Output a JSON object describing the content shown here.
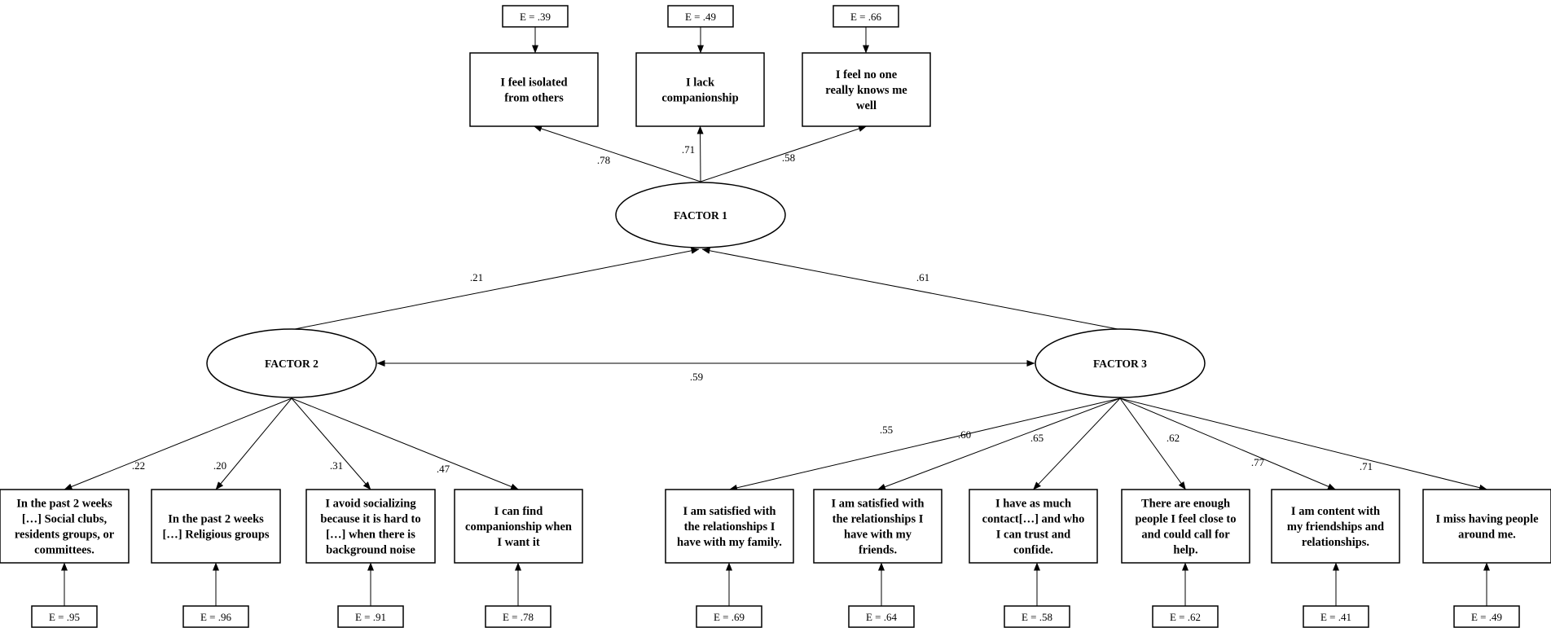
{
  "factors": [
    {
      "id": "f1",
      "label": "FACTOR 1"
    },
    {
      "id": "f2",
      "label": "FACTOR 2"
    },
    {
      "id": "f3",
      "label": "FACTOR 3"
    }
  ],
  "covariances": [
    {
      "from": "f1",
      "to": "f2",
      "value": ".21"
    },
    {
      "from": "f1",
      "to": "f3",
      "value": ".61"
    },
    {
      "from": "f2",
      "to": "f3",
      "value": ".59"
    }
  ],
  "indicators": [
    {
      "factor": "f1",
      "lines": [
        "I feel isolated",
        "from others"
      ],
      "loading": ".78",
      "error": "E = .39"
    },
    {
      "factor": "f1",
      "lines": [
        "I lack",
        "companionship"
      ],
      "loading": ".71",
      "error": "E = .49"
    },
    {
      "factor": "f1",
      "lines": [
        "I feel no one",
        "really knows me",
        "well"
      ],
      "loading": ".58",
      "error": "E = .66"
    },
    {
      "factor": "f2",
      "lines": [
        "In the past 2 weeks",
        "[…] Social clubs,",
        "residents groups, or",
        "committees."
      ],
      "loading": ".22",
      "error": "E = .95"
    },
    {
      "factor": "f2",
      "lines": [
        "In the past 2 weeks",
        "[…] Religious groups"
      ],
      "loading": ".20",
      "error": "E = .96"
    },
    {
      "factor": "f2",
      "lines": [
        "I avoid socializing",
        "because it is hard to",
        "[…] when there is",
        "background noise"
      ],
      "loading": ".31",
      "error": "E = .91"
    },
    {
      "factor": "f2",
      "lines": [
        "I can find",
        "companionship when",
        "I want it"
      ],
      "loading": ".47",
      "error": "E = .78"
    },
    {
      "factor": "f3",
      "lines": [
        "I am satisfied with",
        "the relationships I",
        "have with my family."
      ],
      "loading": ".55",
      "error": "E = .69"
    },
    {
      "factor": "f3",
      "lines": [
        "I am satisfied with",
        "the relationships I",
        "have with my",
        "friends."
      ],
      "loading": ".60",
      "error": "E = .64"
    },
    {
      "factor": "f3",
      "lines": [
        "I have as much",
        "contact[…] and who",
        "I can trust and",
        "confide."
      ],
      "loading": ".65",
      "error": "E = .58"
    },
    {
      "factor": "f3",
      "lines": [
        "There are enough",
        "people I feel close to",
        "and could call for",
        "help."
      ],
      "loading": ".62",
      "error": "E = .62"
    },
    {
      "factor": "f3",
      "lines": [
        "I am content with",
        "my friendships and",
        "relationships."
      ],
      "loading": ".77",
      "error": "E = .41"
    },
    {
      "factor": "f3",
      "lines": [
        "I miss having people",
        "around me."
      ],
      "loading": ".71",
      "error": "E = .49"
    }
  ]
}
